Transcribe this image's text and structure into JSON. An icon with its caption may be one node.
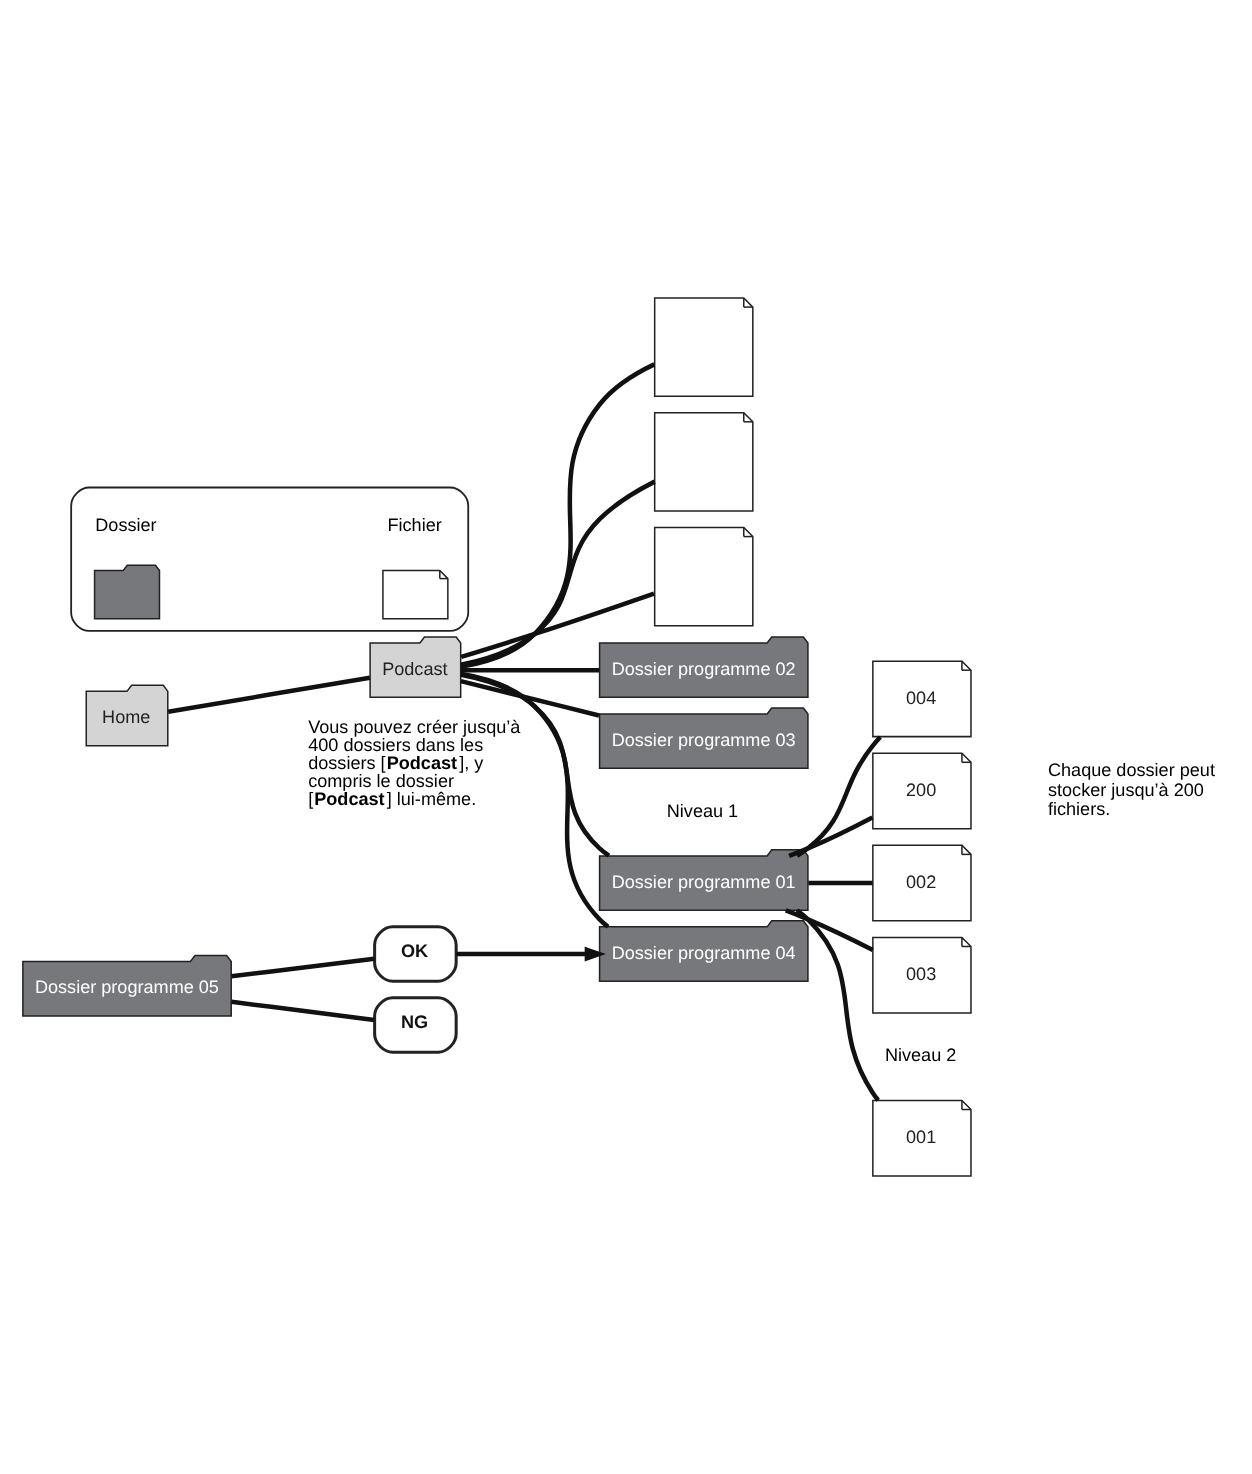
{
  "diagram": {
    "nodes": [
      {
        "text": [
          "Home"
        ]
      },
      {
        "text": [
          "Podcast"
        ]
      },
      {
        "text": [
          "Dossier programme 01"
        ]
      },
      {
        "text": [
          "Dossier programme 02"
        ]
      },
      {
        "text": [
          "Dossier programme 03"
        ]
      },
      {
        "text": [],
        "shape": "file"
      },
      {
        "text": [],
        "shape": "file"
      },
      {
        "text": [],
        "shape": "file"
      },
      {
        "text": [
          "Dossier programme 04"
        ]
      },
      {
        "text": [
          "001"
        ]
      },
      {
        "text": [
          "002"
        ]
      },
      {
        "text": [
          "003"
        ]
      },
      {
        "text": [
          "004"
        ]
      },
      {
        "text": [
          "200"
        ]
      },
      {
        "text": [
          "OK"
        ]
      },
      {
        "text": [
          "NG"
        ]
      },
      {
        "text": [
          "Dossier programme 05"
        ]
      },
      {
        "text": [],
        "shape": "box"
      },
      {
        "text": [],
        "shape": "folder",
        "in": 17
      },
      {
        "text": [],
        "shape": "file",
        "in": 17
      }
    ],
    "edges": [
      {
        "from": 0,
        "to": 1,
        "arrow": "none"
      },
      {
        "from": 1,
        "to": 2,
        "arrow": "none"
      },
      {
        "from": 1,
        "to": 3,
        "arrow": "none"
      },
      {
        "from": 1,
        "to": 4,
        "arrow": "none"
      },
      {
        "from": 1,
        "to": 5,
        "arrow": "none"
      },
      {
        "from": 1,
        "to": 6,
        "arrow": "none"
      },
      {
        "from": 1,
        "to": 7,
        "arrow": "none"
      },
      {
        "from": 1,
        "to": 8,
        "arrow": "none"
      },
      {
        "from": 2,
        "to": 9,
        "arrow": "none"
      },
      {
        "from": 2,
        "to": 10,
        "arrow": "none"
      },
      {
        "from": 2,
        "to": 11,
        "arrow": "none"
      },
      {
        "from": 2,
        "to": 12,
        "arrow": "none"
      },
      {
        "from": 2,
        "to": 13,
        "arrow": "none"
      },
      {
        "from": 16,
        "to": 14,
        "arrow": "none"
      },
      {
        "from": 14,
        "to": 8,
        "arrow": "to"
      },
      {
        "from": 16,
        "to": 15,
        "arrow": "none"
      }
    ],
    "labels": [
      "Niveau 1",
      "Niveau 2",
      "Vous pouvez créer jusqu’à 400 dossiers dans les dossiers [**Podcast**], y compris le dossier [**Podcast**] lui-même.",
      "Chaque dossier peut stocker jusqu’à 200 fichiers."
    ],
    "legend": [
      {
        "text": "Dossier"
      },
      {
        "text": "Fichier"
      }
    ]
  }
}
